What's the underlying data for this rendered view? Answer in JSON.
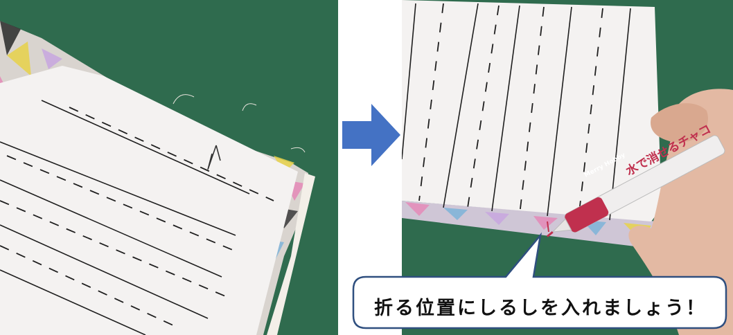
{
  "caption": "折る位置にしるしを入れましょう！",
  "marker_label": "水で消せるチャコ",
  "marker_brand": "Merry Hobby",
  "colors": {
    "cutting_mat": "#2f6b4e",
    "paper": "#f4f2f1",
    "arrow": "#4472c4",
    "bubble_border": "#2f4f7f",
    "marker_body": "#f0eeee",
    "marker_stripe": "#c0304e"
  }
}
